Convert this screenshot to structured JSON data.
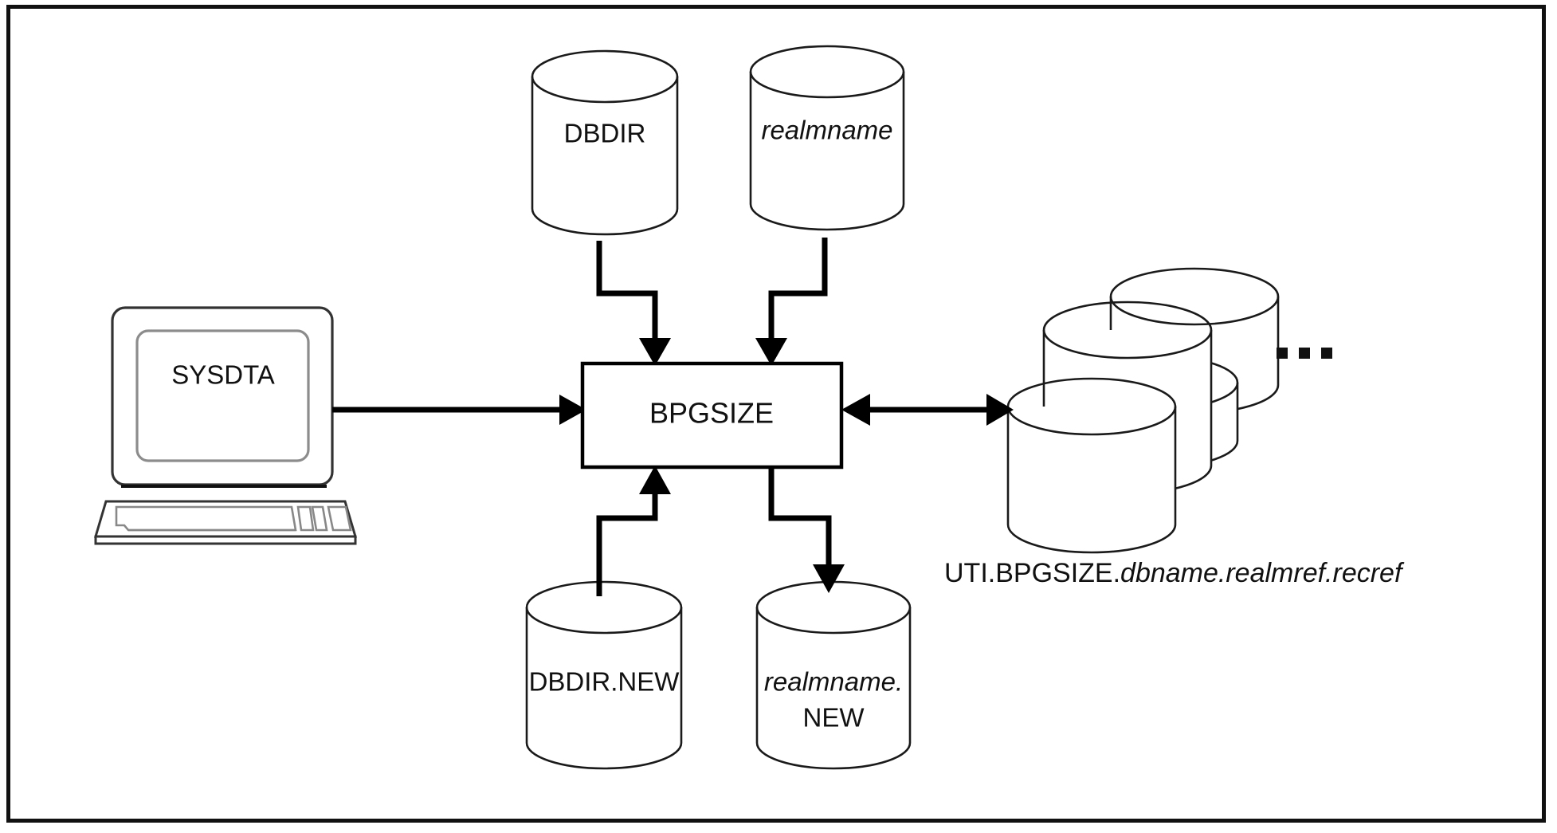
{
  "diagram": {
    "title": "BPGSIZE utility routine data flow",
    "frame": {
      "border_color": "#111111",
      "background": "#ffffff"
    },
    "nodes": {
      "terminal": {
        "name": "SYSDTA",
        "label": "SYSDTA",
        "icon": "computer-terminal-icon",
        "keyboard_icon": "keyboard-icon"
      },
      "process": {
        "label": "BPGSIZE",
        "shape": "rectangle"
      },
      "input_dbdir": {
        "label": "DBDIR",
        "style": "upright",
        "shape": "cylinder"
      },
      "input_realmname": {
        "label": "realmname",
        "style": "italic",
        "shape": "cylinder"
      },
      "output_dbdir_new": {
        "label": "DBDIR.NEW",
        "style": "upright",
        "shape": "cylinder"
      },
      "output_realmname_new": {
        "label_line1": "realmname.",
        "label_line2": "NEW",
        "style_line1": "italic",
        "style_line2": "upright",
        "shape": "cylinder"
      },
      "database_stack": {
        "shape": "cylinder-stack",
        "count": 4,
        "ellipsis": "...",
        "caption_prefix": "UTI.BPGSIZE.",
        "caption_italic": "dbname.realmref.recref",
        "caption_full": "UTI.BPGSIZE.dbname.realmref.recref"
      }
    },
    "edges": [
      {
        "id": "sysdta-to-bpgsize",
        "from": "SYSDTA",
        "to": "BPGSIZE",
        "direction": "one-way"
      },
      {
        "id": "dbdir-to-bpgsize",
        "from": "DBDIR",
        "to": "BPGSIZE",
        "direction": "one-way"
      },
      {
        "id": "realmname-to-bpgsize",
        "from": "realmname",
        "to": "BPGSIZE",
        "direction": "one-way"
      },
      {
        "id": "dbdirnew-to-bpgsize",
        "from": "DBDIR.NEW",
        "to": "BPGSIZE",
        "direction": "one-way"
      },
      {
        "id": "bpgsize-to-realmnamenew",
        "from": "BPGSIZE",
        "to": "realmname.NEW",
        "direction": "one-way"
      },
      {
        "id": "bpgsize-to-stack",
        "from": "BPGSIZE",
        "to": "UTI.BPGSIZE.dbname.realmref.recref",
        "direction": "bidirectional"
      }
    ]
  }
}
